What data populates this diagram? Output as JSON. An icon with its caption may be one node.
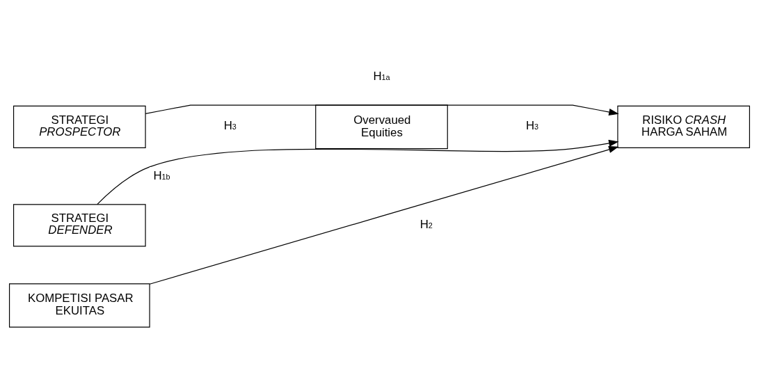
{
  "diagram": {
    "nodes": [
      {
        "text": [
          "STRATEGI *PROSPECTOR*"
        ]
      },
      {
        "text": [
          "Overvaued Equities"
        ]
      },
      {
        "text": [
          "RISIKO *CRASH* HARGA SAHAM"
        ]
      },
      {
        "text": [
          "STRATEGI *DEFENDER*"
        ]
      },
      {
        "text": [
          "KOMPETISI PASAR EKUITAS"
        ]
      }
    ],
    "edges": [
      {
        "from": 0,
        "to": 2,
        "arrow": "to",
        "label": "H$_{1a}$"
      },
      {
        "from": 3,
        "to": 2,
        "arrow": "to",
        "label": "H$_{1b}$"
      },
      {
        "from": 4,
        "to": 2,
        "arrow": "to",
        "label": "H$_{2}$"
      }
    ],
    "labels": [
      "H$_{3}$",
      "H$_{3}$"
    ]
  }
}
